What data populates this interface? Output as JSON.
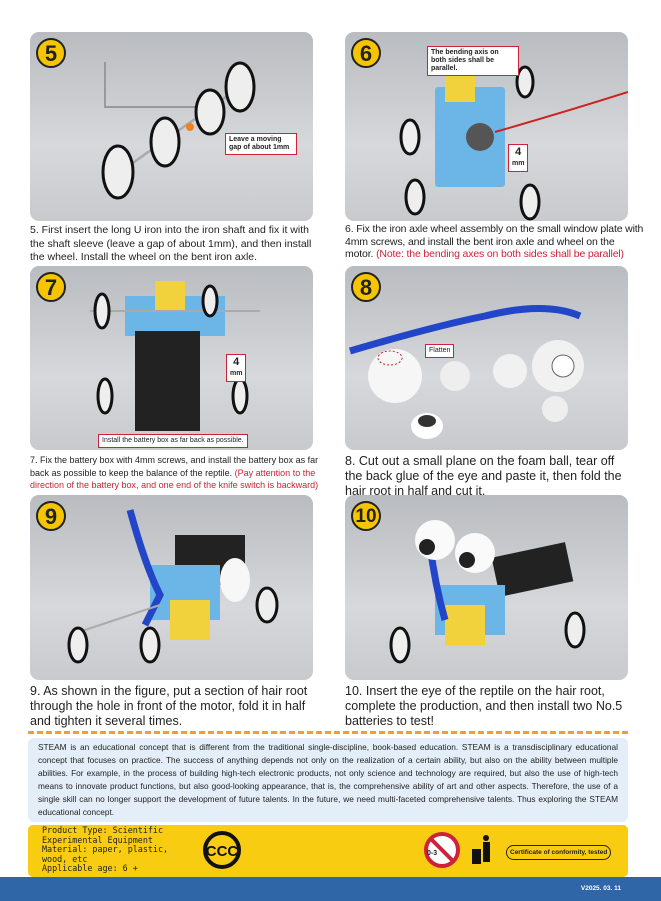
{
  "steps": [
    {
      "num": "5",
      "text": "5. First insert the long U iron into the iron shaft and fix it with the shaft sleeve (leave a gap of about 1mm), and then install the wheel. Install the wheel on the bent iron axle.",
      "note": "",
      "callout": "Leave a moving gap of about 1mm"
    },
    {
      "num": "6",
      "text": "6. Fix the iron axle wheel assembly on the small window plate with 4mm screws, and install the bent iron axle and wheel on the motor.",
      "note": "(Note: the bending axes on both sides shall be parallel)",
      "callout": "The bending axis on both sides shall be parallel.",
      "screw": "4",
      "screw_unit": "mm"
    },
    {
      "num": "7",
      "text": "7. Fix the battery box with 4mm screws, and install the battery box as far back as possible to keep the balance of the reptile.",
      "note": "(Pay attention to the direction of the battery box, and one end of the knife switch is backward)",
      "callout": "Install the battery box as far back as possible.",
      "screw": "4",
      "screw_unit": "mm"
    },
    {
      "num": "8",
      "text": "8. Cut out a small plane on the foam ball, tear off the back glue of the eye and paste it, then fold the hair root in half and cut it.",
      "note": "",
      "callout": "Flatten"
    },
    {
      "num": "9",
      "text": "9. As shown in the figure, put a section of hair root through the hole in front of the motor, fold it in half and tighten it several times.",
      "note": ""
    },
    {
      "num": "10",
      "text": "10. Insert the eye of the reptile on the hair root, complete the production, and then install two No.5 batteries to test!",
      "note": ""
    }
  ],
  "steam_text": "STEAM is an educational concept that is different from the traditional single-discipline, book-based education. STEAM is a transdisciplinary educational concept that focuses on practice. The success of anything depends not only on the realization of a certain ability, but also on the ability between multiple abilities. For example, in the process of building high-tech electronic products, not only science and technology are required, but also the use of high-tech means to innovate product functions, but also good-looking appearance, that is, the comprehensive ability of art and other aspects. Therefore, the use of a single skill can no longer support the development of future talents. In the future, we need multi-faceted comprehensive talents. Thus exploring the STEAM educational concept.",
  "product": {
    "line1": "Product Type: Scientific",
    "line2": "Experimental Equipment",
    "line3": "Material: paper, plastic,",
    "line4": "wood, etc",
    "line5": "Applicable age: 6 +",
    "age_warning": "0-3",
    "certificate": "Certificate of conformity, tested"
  },
  "version": "V2025. 03. 11"
}
